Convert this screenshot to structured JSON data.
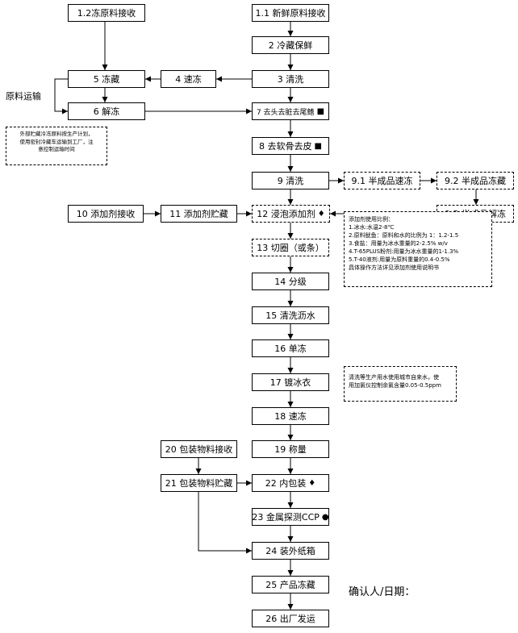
{
  "nodes": {
    "n1_2": "1.2冻原料接收",
    "n1_1": "1.1 新鲜原料接收",
    "n2": "2 冷藏保鲜",
    "n5": "5 冻藏",
    "n4": "4 速冻",
    "n3": "3 清洗",
    "n6": "6 解冻",
    "n7": "7 去头去脏去尾鳍",
    "n8": "8 去软骨去皮",
    "n9": "9 清洗",
    "n9_1": "9.1 半成品速冻",
    "n9_2": "9.2 半成品冻藏",
    "n10": "10 添加剂接收",
    "n11": "11 添加剂贮藏",
    "n12": "12 浸泡添加剂",
    "n9_3": "9.3 半成品解冻",
    "n13": "13 切圈（或条）",
    "n14": "14 分级",
    "n15": "15 清洗沥水",
    "n16": "16 单冻",
    "n17": "17 镀冰衣",
    "n18": "18 速冻",
    "n19": "19 称量",
    "n20": "20 包装物料接收",
    "n21": "21 包装物料贮藏",
    "n22": "22 内包装",
    "n23": "23 金属探测CCP",
    "n24": "24 装外纸箱",
    "n25": "25 产品冻藏",
    "n26": "26 出厂发运"
  },
  "markers": {
    "square": "■",
    "diamond": "♦",
    "circle": "●"
  },
  "side_label": "原料运输",
  "confirm_label": "确认人/日期：",
  "notes": {
    "transport": [
      "外部贮藏冷冻原料按生产计划，",
      "使用密封冷藏车运输到工厂，注",
      "意控制运输时间"
    ],
    "additive": [
      "添加剂使用比例：",
      "1.冰水:水温2-8℃",
      "2.原料鱿鱼：原料和水的比例为 1：1.2-1.5",
      "3.食盐：用量为冰水重量的2-2.5% w/v",
      "4.T-65PLUS粉剂:用量为冰水重量的1-1.3%",
      "5.T-40液剂:用量为原料重量的0.4-0.5%",
      "具体操作方法详见添加剂使用说明书"
    ],
    "water": [
      "清洗等生产用水使用城市自来水，使",
      "用加氯仪控制余氯含量0.05-0.5ppm"
    ]
  }
}
